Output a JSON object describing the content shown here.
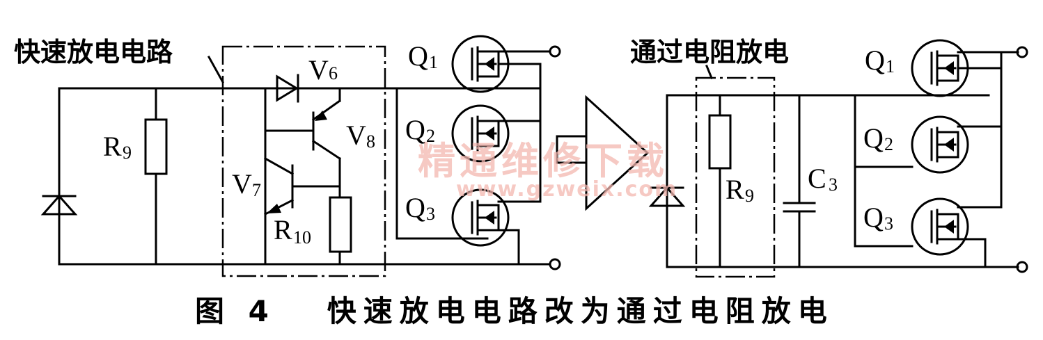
{
  "left_annotation": "快速放电电路",
  "right_annotation": "通过电阻放电",
  "caption": "图 4   快速放电电路改为通过电阻放电",
  "watermark_cn": "精通维修下载",
  "watermark_url": "www.gzweix.com",
  "left_labels": {
    "V6": "V",
    "V6s": "6",
    "V7": "V",
    "V7s": "7",
    "V8": "V",
    "V8s": "8",
    "R9": "R",
    "R9s": "9",
    "R10": "R",
    "R10s": "10"
  },
  "left_q": {
    "Q1": "Q",
    "Q1s": "1",
    "Q2": "Q",
    "Q2s": "2",
    "Q3": "Q",
    "Q3s": "3"
  },
  "right_labels": {
    "R9": "R",
    "R9s": "9",
    "C3": "C",
    "C3s": "3"
  },
  "right_q": {
    "Q1": "Q",
    "Q1s": "1",
    "Q2": "Q",
    "Q2s": "2",
    "Q3": "Q",
    "Q3s": "3"
  }
}
